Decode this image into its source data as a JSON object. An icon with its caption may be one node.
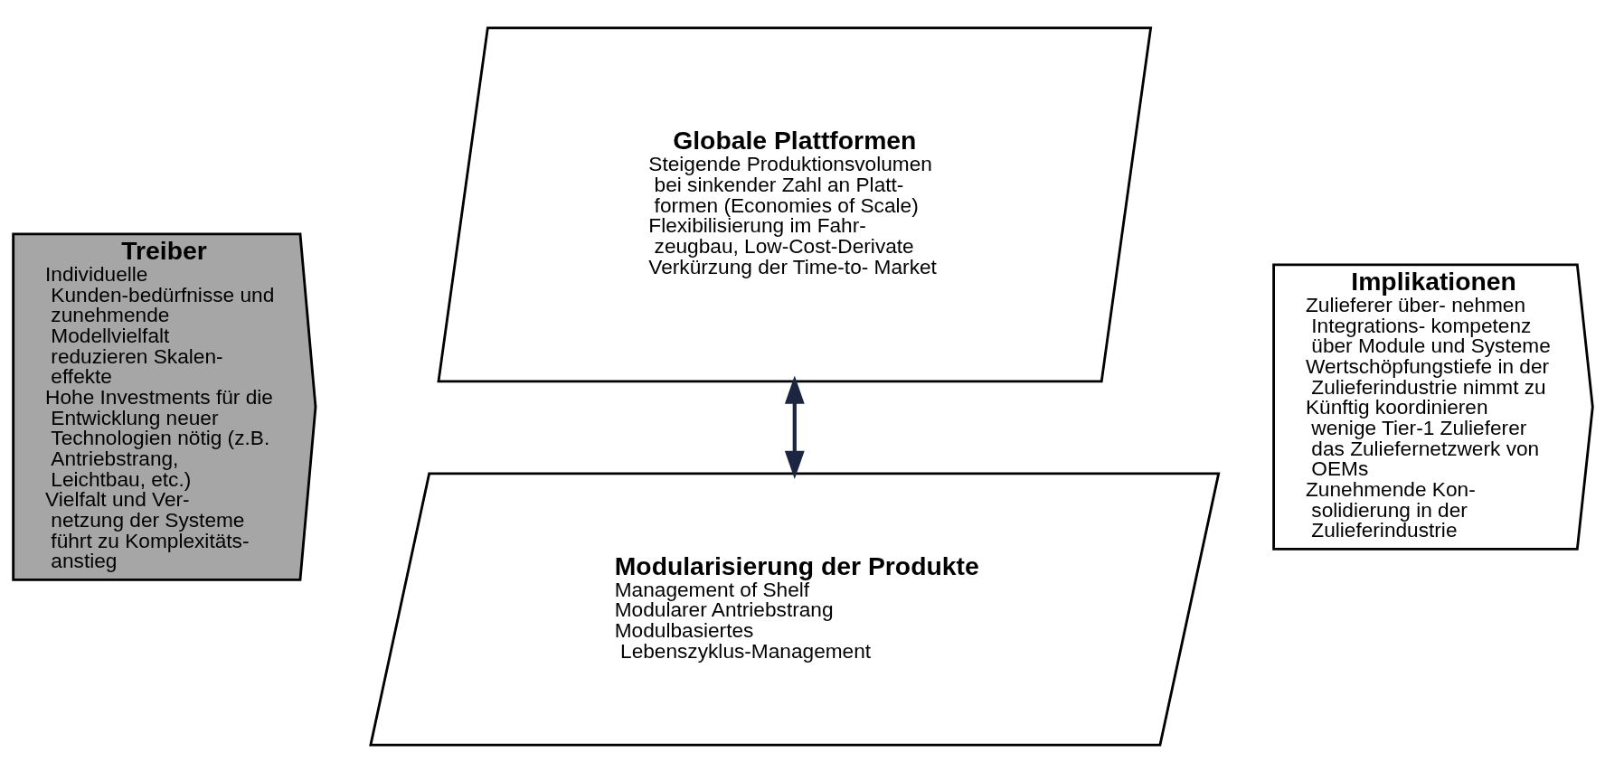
{
  "diagram": {
    "nodes": [
      {
        "text": [
          "Treiber",
          "Individuelle Kunden-bedürfnisse und zunehmende Modellvielfalt reduzieren Skalen- effekte",
          "Hohe Investments für die Entwicklung neuer Technologien nötig (z.B. Antriebstrang, Leichtbau, etc.)",
          "Vielfalt und Ver- netzung der Systeme führt zu Komplexitäts- anstieg"
        ]
      },
      {
        "text": [
          "Globale Plattformen",
          "Steigende Produktionsvolumen bei sinkender Zahl an Platt- formen (Economies of Scale)",
          "Flexibilisierung im Fahr- zeugbau, Low-Cost-Derivate",
          "Verkürzung der Time-to- Market"
        ]
      },
      {
        "text": [
          "Modularisierung der Produkte",
          "Management of Shelf",
          "Modularer Antriebstrang",
          "Modulbasiertes Lebenszyklus-Management"
        ]
      },
      {
        "text": [
          "Implikationen",
          "Zulieferer über- nehmen Integrations- kompetenz über Module und Systeme",
          "Wertschöpfungstiefe in der Zulieferindustrie nimmt zu",
          "Künftig koordinieren wenige Tier-1 Zulieferer das Zuliefernetzwerk von OEMs",
          "Zunehmende Kon- solidierung in der Zulieferindustrie"
        ]
      }
    ],
    "edges": [
      {
        "from": 1,
        "to": 2,
        "arrow": "both"
      }
    ]
  }
}
